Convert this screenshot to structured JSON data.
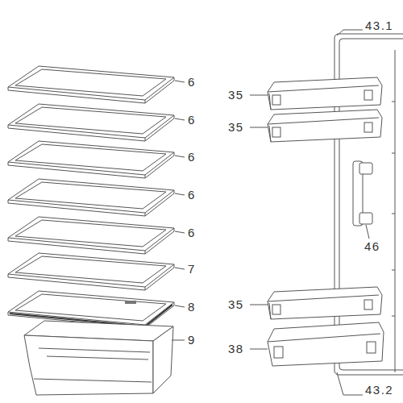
{
  "diagram": {
    "labels": [
      "6",
      "6",
      "6",
      "6",
      "6",
      "7",
      "8",
      "9",
      "43.1",
      "35",
      "35",
      "46",
      "35",
      "38",
      "43.2"
    ]
  }
}
